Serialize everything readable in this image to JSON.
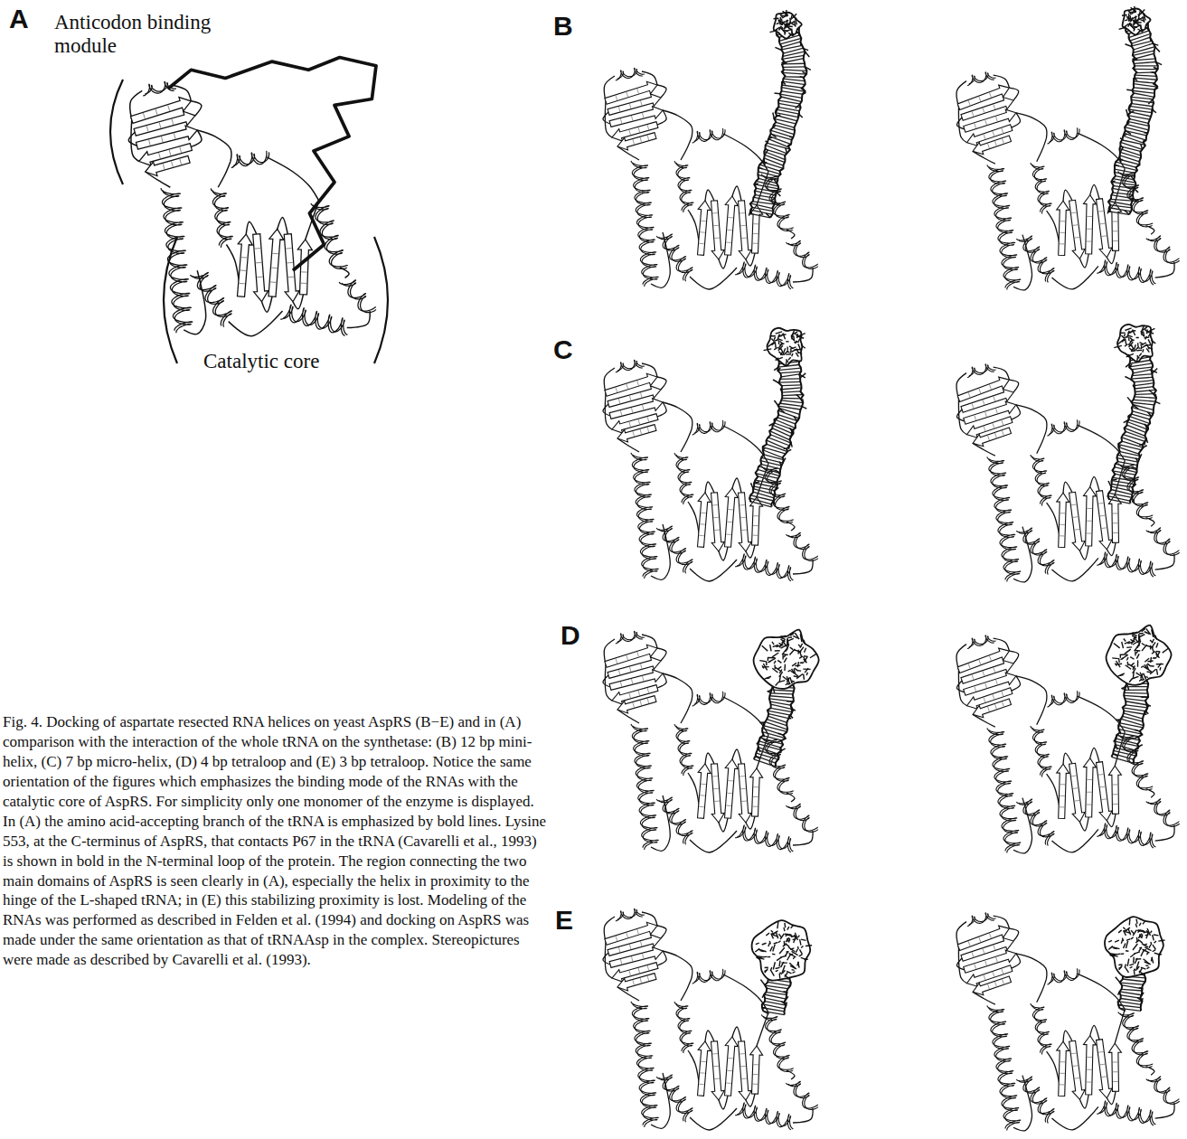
{
  "diagram": {
    "caption": "Fig. 4. Docking of aspartate resected RNA helices on yeast AspRS (B−E) and in (A) comparison with the interaction of the whole tRNA on the synthetase: (B) 12 bp mini-helix, (C) 7 bp micro-helix, (D) 4 bp tetraloop and (E) 3 bp tetraloop. Notice the same orientation of the figures which emphasizes the binding mode of the RNAs with the catalytic core of AspRS. For simplicity only one monomer of the enzyme is displayed. In (A) the amino acid-accepting branch of the tRNA is emphasized by bold lines. Lysine 553, at the C-terminus of AspRS, that contacts P67 in the tRNA (Cavarelli et al., 1993) is shown in bold in the N-terminal loop of the protein. The region connecting the two main domains of AspRS is seen clearly in (A), especially the helix in proximity to the hinge of the L-shaped tRNA; in (E) this stabilizing proximity is lost. Modeling of the RNAs was performed as described in Felden et al. (1994) and docking on AspRS was made under the same orientation as that of tRNAAsp in the complex. Stereopictures were made as described by Cavarelli et al. (1993).",
    "labels": [
      "A",
      "Anticodon binding module",
      "Catalytic core",
      "B",
      "C",
      "D",
      "E"
    ]
  }
}
